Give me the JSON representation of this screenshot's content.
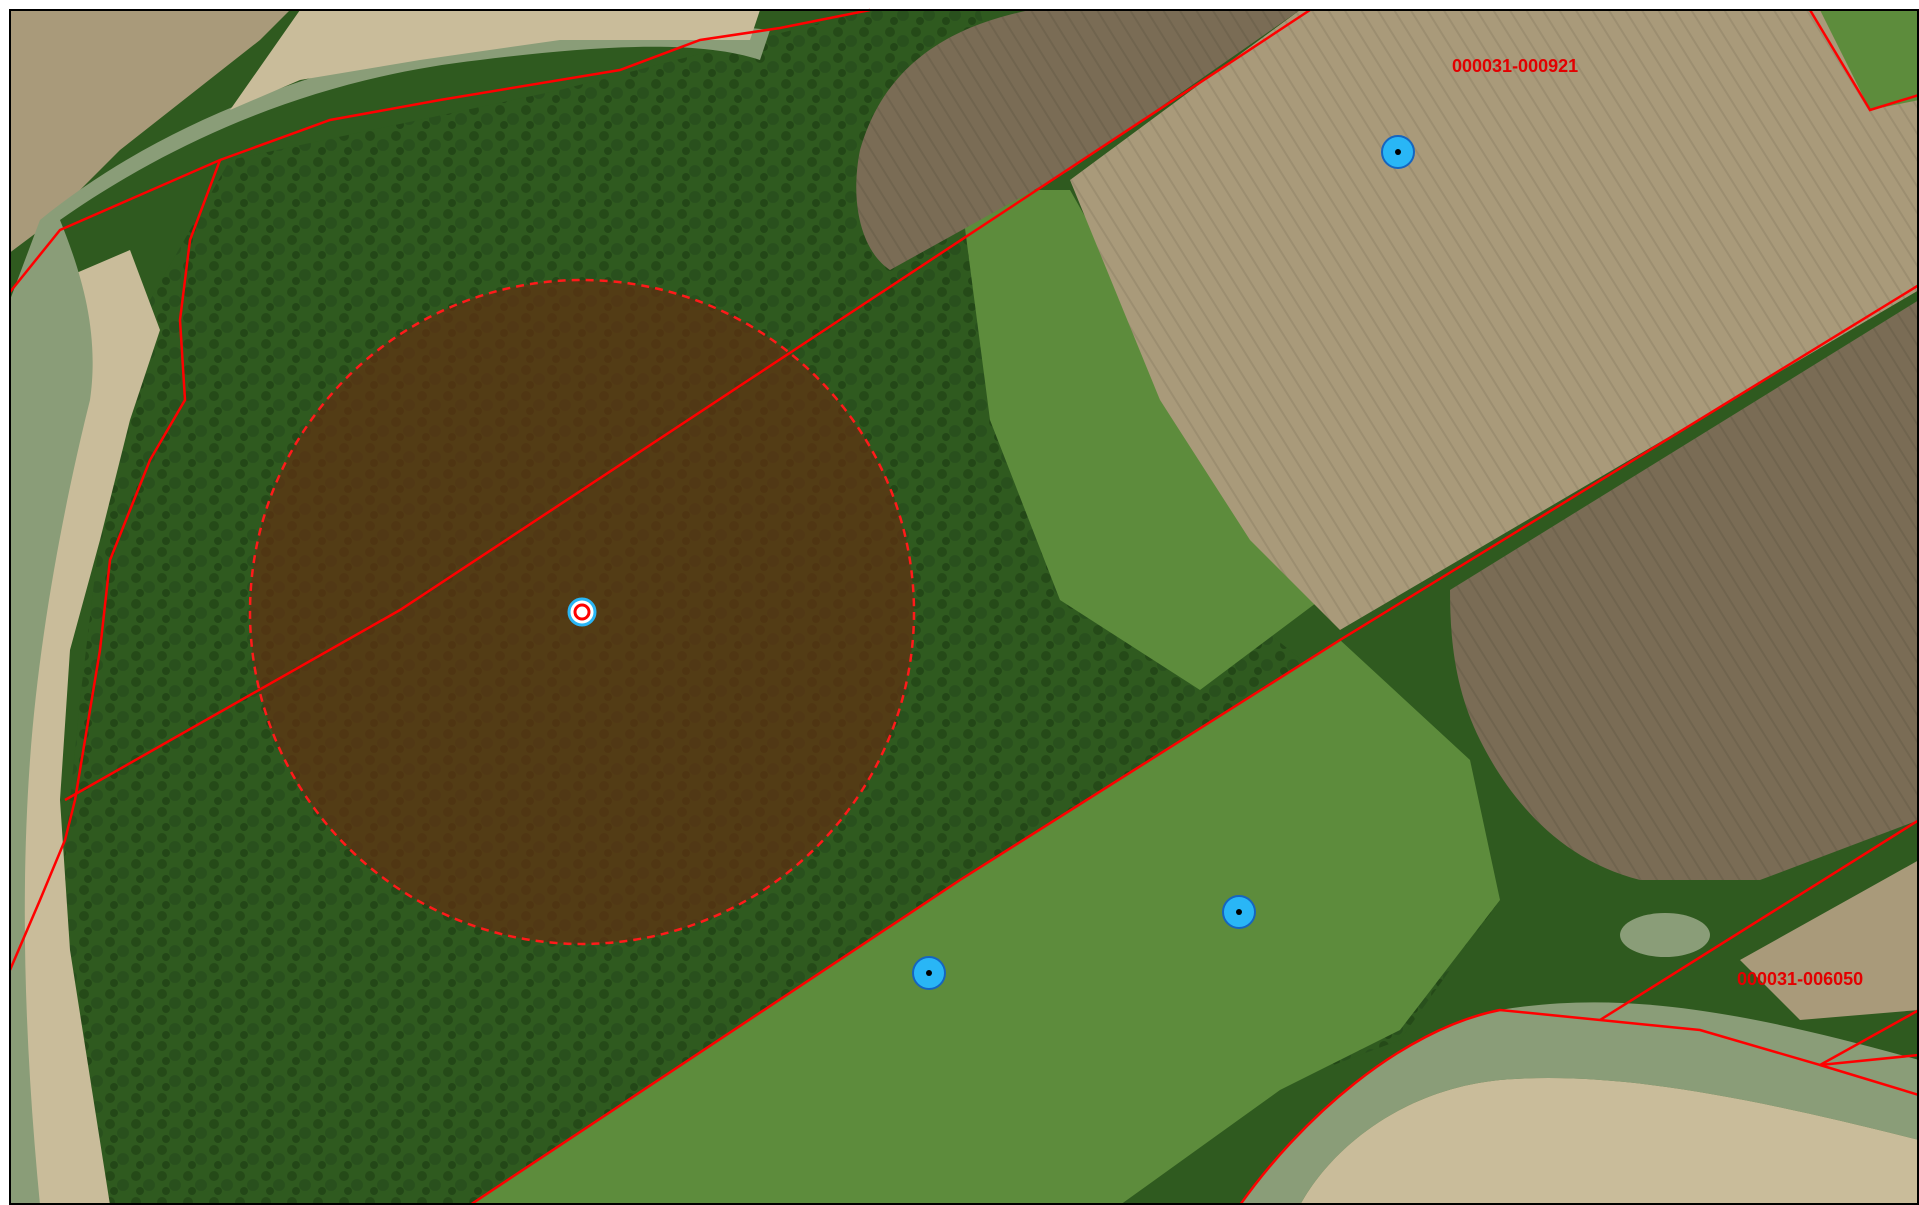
{
  "map": {
    "basemap": "satellite-imagery",
    "colors": {
      "parcel_boundary": "#ff0000",
      "buffer_fill": "#6b2a10",
      "buffer_stroke": "#ff1a1a",
      "well_marker": "#29b6f6",
      "marker_outline": "#1565c0",
      "label_color": "#e30000",
      "river": "#8a9d78",
      "sandbar": "#c9bc9a",
      "forest": "#2f5a1f",
      "pasture": "#5d8c3c",
      "field_tan": "#a99a7a",
      "field_brown": "#7a6c55"
    }
  },
  "parcels": [
    {
      "label": "000031-000921"
    },
    {
      "label": "000031-006050"
    }
  ],
  "markers": [
    {
      "type": "selected-well-marker"
    },
    {
      "type": "well-marker"
    },
    {
      "type": "well-marker"
    },
    {
      "type": "well-marker"
    }
  ],
  "buffer": {
    "style": "dashed-circle"
  }
}
